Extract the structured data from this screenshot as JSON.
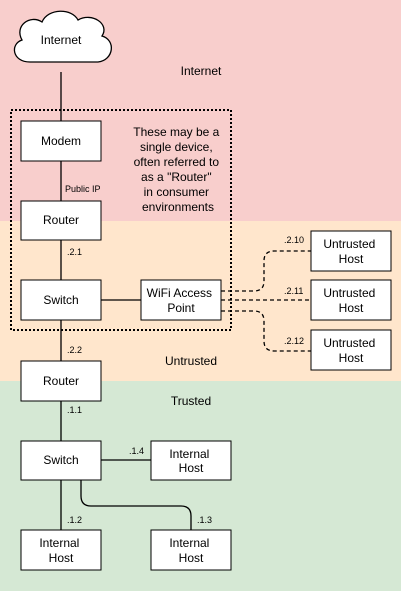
{
  "zones": {
    "internet": {
      "label": "Internet",
      "color": "#f8cecc"
    },
    "untrusted": {
      "label": "Untrusted",
      "color": "#ffe6cc"
    },
    "trusted": {
      "label": "Trusted",
      "color": "#d5e8d4"
    }
  },
  "cloud": {
    "label": "Internet"
  },
  "nodes": {
    "modem": {
      "label": "Modem"
    },
    "router_edge": {
      "label": "Router"
    },
    "switch_edge": {
      "label": "Switch"
    },
    "wifi_ap": {
      "line1": "WiFi Access",
      "line2": "Point"
    },
    "untrusted_host_1": {
      "line1": "Untrusted",
      "line2": "Host"
    },
    "untrusted_host_2": {
      "line1": "Untrusted",
      "line2": "Host"
    },
    "untrusted_host_3": {
      "line1": "Untrusted",
      "line2": "Host"
    },
    "router_inner": {
      "label": "Router"
    },
    "switch_inner": {
      "label": "Switch"
    },
    "internal_host_1": {
      "line1": "Internal",
      "line2": "Host"
    },
    "internal_host_2": {
      "line1": "Internal",
      "line2": "Host"
    },
    "internal_host_3": {
      "line1": "Internal",
      "line2": "Host"
    }
  },
  "group_note": {
    "lines": [
      "These may be a",
      "single device,",
      "often referred to",
      "as a \"Router\"",
      "in consumer",
      "environments"
    ]
  },
  "links": {
    "public_ip": "Public IP",
    "edge_router_to_switch": ".2.1",
    "host_2_10": ".2.10",
    "host_2_11": ".2.11",
    "host_2_12": ".2.12",
    "inner_router_wan": ".2.2",
    "inner_router_lan": ".1.1",
    "internal_1_4": ".1.4",
    "internal_1_2": ".1.2",
    "internal_1_3": ".1.3"
  }
}
